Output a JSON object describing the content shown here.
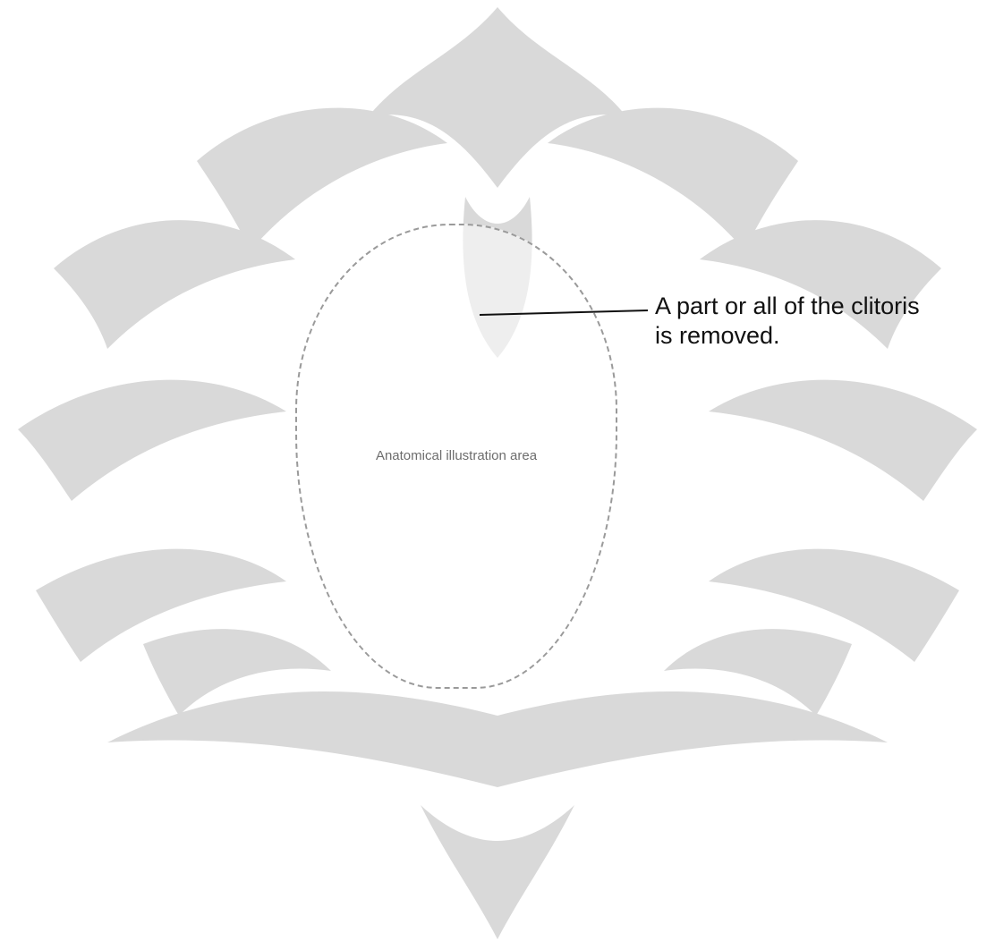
{
  "annotation": {
    "line1": "A part or all of the clitoris",
    "line2": "is removed."
  },
  "illustration": {
    "subject": "anatomical line drawing (not reproduced)",
    "placeholder_label": "Anatomical illustration area"
  },
  "watermark": {
    "icon": "ornamental-emblem-icon",
    "color": "#d6d6d6"
  },
  "colors": {
    "ink": "#111111",
    "background": "#ffffff"
  }
}
